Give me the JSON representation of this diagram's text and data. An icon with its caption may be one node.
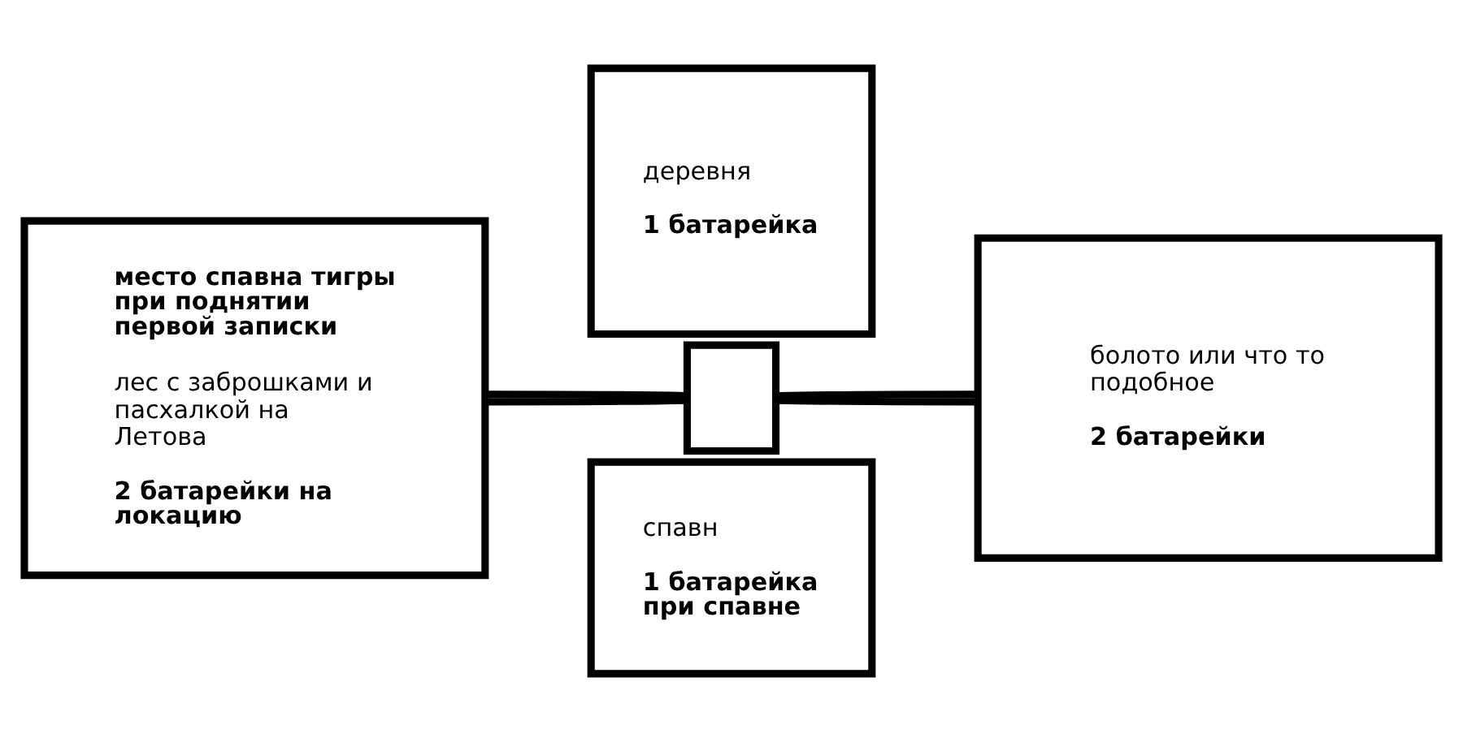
{
  "diagram": {
    "nodes": [
      {
        "text": [
          "место спавна тигры при поднятии первой записки",
          "лес с заброшками и пасхалкой на Летова",
          "2 батарейки на локацию"
        ]
      },
      {
        "text": [
          "деревня",
          "1 батарейка"
        ]
      },
      {
        "text": [
          "болото или что то подобное",
          "2 батарейки"
        ]
      },
      {
        "text": [],
        "shape": "box"
      },
      {
        "text": [
          "спавн",
          "1 батарейка при спавне"
        ]
      }
    ],
    "edges": [
      {
        "from": 0,
        "to": 3,
        "arrow": "none"
      },
      {
        "from": 0,
        "to": 3,
        "arrow": "none"
      },
      {
        "from": 3,
        "to": 2,
        "arrow": "none"
      },
      {
        "from": 3,
        "to": 2,
        "arrow": "none"
      }
    ]
  }
}
